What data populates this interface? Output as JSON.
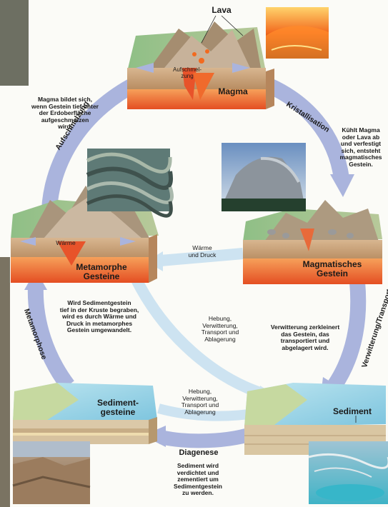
{
  "labels": {
    "lava": "Lava",
    "aufschmelzung_inner": "Aufschmel-\nzung",
    "magma": "Magma",
    "kristallisation": "Kristallisation",
    "aufschmelzung": "Aufschmelzung",
    "magma_bildet": "Magma bildet sich,\nwenn Gestein tief unter\nder Erdoberfläche\naufgeschmolzen\nwird.",
    "kuehlt": "Kühlt Magma\noder Lava ab\nund verfestigt\nsich, entsteht\nmagmatisches\nGestein.",
    "waerme_inner": "Wärme",
    "metamorphe": "Metamorphe\nGesteine",
    "waerme_druck": "Wärme\nund Druck",
    "magmatisches": "Magmatisches\nGestein",
    "wird_sediment": "Wird Sedimentgestein\ntief in der Kruste begraben,\nwird es durch Wärme und\nDruck in metamorphes\nGestein umgewandelt.",
    "hebung1": "Hebung,\nVerwitterung,\nTransport und\nAblagerung",
    "verwitterung_text": "Verwitterung zerkleinert\ndas Gestein, das\ntransportiert und\nabgelagert wird.",
    "verwitterung_transport": "Verwitterung/Transport",
    "metamorphose": "Metamorphose",
    "sedimentgesteine": "Sediment-\ngesteine",
    "hebung2": "Hebung,\nVerwitterung,\nTransport und\nAblagerung",
    "sediment": "Sediment",
    "diagenese": "Diagenese",
    "sediment_wird": "Sediment wird\nverdichtet und\nzementiert um\nSedimentgestein\nzu werden."
  },
  "colors": {
    "arrow": "#aab4dd",
    "arrow_light": "#cde3f1",
    "magma": "#e8532a",
    "soil": "#c9a57e",
    "water": "#8fd0e6"
  }
}
